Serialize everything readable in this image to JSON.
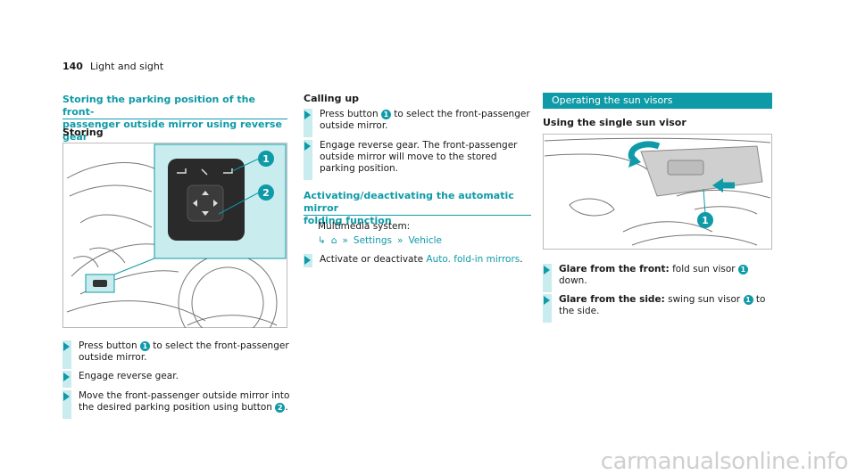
{
  "header": {
    "page_number": "140",
    "section": "Light and sight"
  },
  "col1": {
    "title_line1": "Storing the parking position of the front-",
    "title_line2": "passenger outside mirror using reverse gear",
    "subheading": "Storing",
    "callouts": [
      "1",
      "2"
    ],
    "steps": [
      {
        "text_a": "Press button ",
        "badge": "1",
        "text_b": " to select the front-passenger outside mirror."
      },
      {
        "text": "Engage reverse gear."
      },
      {
        "text_a": "Move the front-passenger outside mirror into the desired parking position using button ",
        "badge": "2",
        "text_b": "."
      }
    ]
  },
  "col2": {
    "subheading": "Calling up",
    "steps": [
      {
        "text_a": "Press button ",
        "badge": "1",
        "text_b": " to select the front-passenger outside mirror."
      },
      {
        "text": "Engage reverse gear. The front-passenger outside mirror will move to the stored parking position."
      }
    ],
    "title2_line1": "Activating/deactivating the automatic mirror",
    "title2_line2": "folding function",
    "multimedia_label": "Multimedia system:",
    "nav_settings": "Settings",
    "nav_vehicle": "Vehicle",
    "step3_a": "Activate or deactivate ",
    "step3_link": "Auto. fold-in mirrors",
    "step3_b": "."
  },
  "col3": {
    "band_title": "Operating the sun visors",
    "subheading": "Using the single sun visor",
    "callout": "1",
    "steps": [
      {
        "bold": "Glare from the front:",
        "text_a": " fold sun visor ",
        "badge": "1",
        "text_b": " down."
      },
      {
        "bold": "Glare from the side:",
        "text_a": " swing sun visor ",
        "badge": "1",
        "text_b": " to the side."
      }
    ]
  },
  "footer": {
    "watermark": "carmanualsonline.info"
  },
  "colors": {
    "accent": "#0e9aa7",
    "accent_light": "#c9ecee"
  }
}
